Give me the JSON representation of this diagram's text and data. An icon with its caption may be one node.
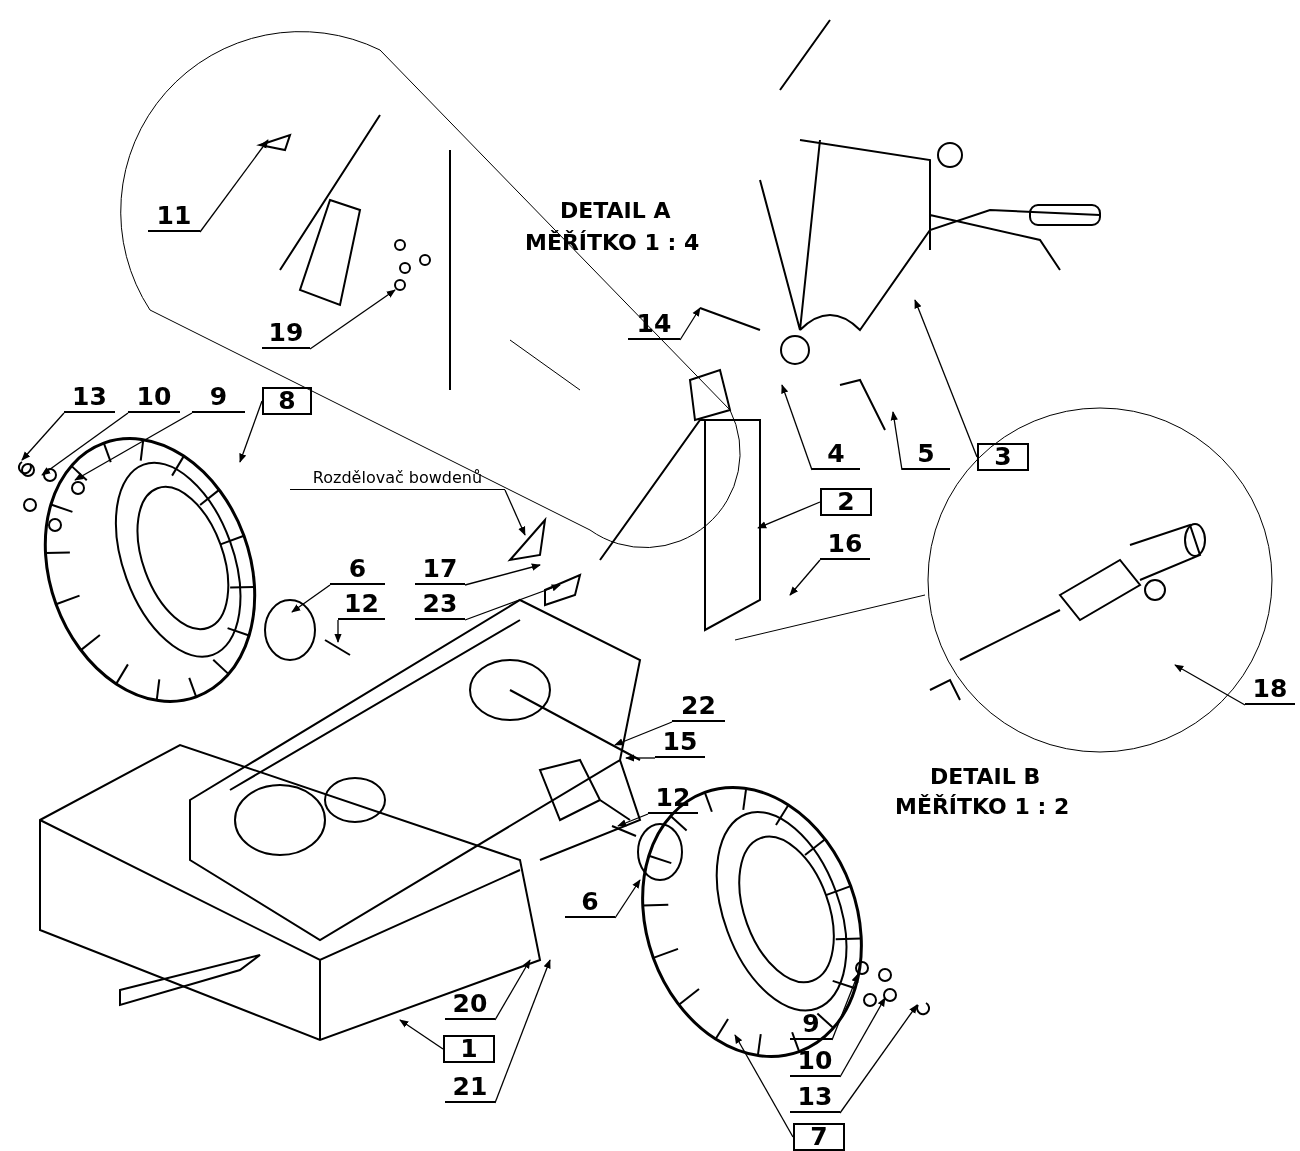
{
  "diagram": {
    "nodes": [
      {
        "text": [
          "11"
        ]
      },
      {
        "text": [
          "19"
        ]
      },
      {
        "text": [
          "14"
        ]
      },
      {
        "text": [
          "13"
        ]
      },
      {
        "text": [
          "10"
        ]
      },
      {
        "text": [
          "9"
        ]
      },
      {
        "text": [
          "8"
        ]
      },
      {
        "text": [
          "Rozdělovač bowdenů"
        ]
      },
      {
        "text": [
          "2"
        ]
      },
      {
        "text": [
          "4"
        ]
      },
      {
        "text": [
          "5"
        ]
      },
      {
        "text": [
          "3"
        ]
      },
      {
        "text": [
          "17"
        ]
      },
      {
        "text": [
          "6"
        ]
      },
      {
        "text": [
          "16"
        ]
      },
      {
        "text": [
          "23"
        ]
      },
      {
        "text": [
          "12"
        ]
      },
      {
        "text": [
          "18"
        ]
      },
      {
        "text": [
          "22"
        ]
      },
      {
        "text": [
          "15"
        ]
      },
      {
        "text": [
          "12"
        ]
      },
      {
        "text": [
          "6"
        ]
      },
      {
        "text": [
          "20"
        ]
      },
      {
        "text": [
          "1"
        ]
      },
      {
        "text": [
          "21"
        ]
      },
      {
        "text": [
          "9"
        ]
      },
      {
        "text": [
          "10"
        ]
      },
      {
        "text": [
          "13"
        ]
      },
      {
        "text": [
          "7"
        ]
      }
    ],
    "edges": [
      {
        "from": 0,
        "to": null,
        "arrow": "to"
      },
      {
        "from": 1,
        "to": null,
        "arrow": "to"
      },
      {
        "from": 2,
        "to": null,
        "arrow": "to"
      },
      {
        "from": 3,
        "to": null,
        "arrow": "to"
      },
      {
        "from": 4,
        "to": null,
        "arrow": "to"
      },
      {
        "from": 5,
        "to": null,
        "arrow": "to"
      },
      {
        "from": 6,
        "to": null,
        "arrow": "to"
      },
      {
        "from": 7,
        "to": null,
        "arrow": "to"
      },
      {
        "from": 8,
        "to": null,
        "arrow": "to"
      },
      {
        "from": 9,
        "to": null,
        "arrow": "to"
      },
      {
        "from": 10,
        "to": null,
        "arrow": "to"
      },
      {
        "from": 11,
        "to": null,
        "arrow": "to"
      },
      {
        "from": 12,
        "to": null,
        "arrow": "to"
      },
      {
        "from": 13,
        "to": null,
        "arrow": "to"
      },
      {
        "from": 14,
        "to": null,
        "arrow": "to"
      },
      {
        "from": 15,
        "to": null,
        "arrow": "to"
      },
      {
        "from": 16,
        "to": null,
        "arrow": "to"
      },
      {
        "from": 17,
        "to": null,
        "arrow": "to"
      },
      {
        "from": 18,
        "to": null,
        "arrow": "to"
      },
      {
        "from": 19,
        "to": null,
        "arrow": "to"
      },
      {
        "from": 20,
        "to": null,
        "arrow": "to"
      },
      {
        "from": 21,
        "to": null,
        "arrow": "to"
      },
      {
        "from": 22,
        "to": null,
        "arrow": "to"
      },
      {
        "from": 23,
        "to": null,
        "arrow": "to"
      },
      {
        "from": 24,
        "to": null,
        "arrow": "to"
      },
      {
        "from": 25,
        "to": null,
        "arrow": "to"
      },
      {
        "from": 26,
        "to": null,
        "arrow": "to"
      },
      {
        "from": 27,
        "to": null,
        "arrow": "to"
      },
      {
        "from": 28,
        "to": null,
        "arrow": "to"
      }
    ],
    "labels": [
      "DETAIL A",
      "MĚŘÍTKO 1 : 4",
      "DETAIL B",
      "MĚŘÍTKO 1 : 2"
    ]
  }
}
